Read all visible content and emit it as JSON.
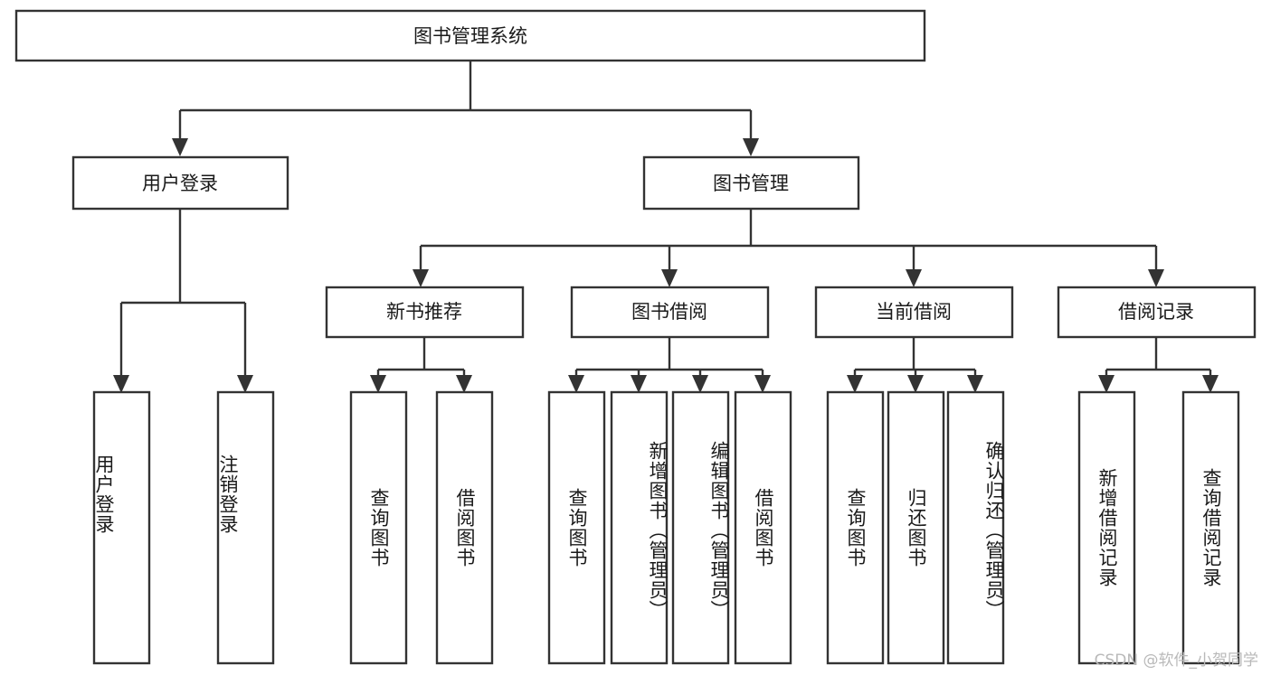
{
  "diagram": {
    "type": "tree-hierarchy",
    "title": "图书管理系统",
    "orientation": "top-down",
    "colors": {
      "box_stroke": "#333333",
      "box_fill": "#ffffff",
      "text": "#1a1a1a",
      "background": "#ffffff",
      "watermark": "#b9b9b9"
    },
    "nodes": {
      "root": {
        "label": "图书管理系统"
      },
      "level2": [
        {
          "label": "用户登录"
        },
        {
          "label": "图书管理"
        }
      ],
      "level3": [
        {
          "label": "新书推荐"
        },
        {
          "label": "图书借阅"
        },
        {
          "label": "当前借阅"
        },
        {
          "label": "借阅记录"
        }
      ],
      "leaves_user_login": [
        {
          "label": "用户登录"
        },
        {
          "label": "注销登录"
        }
      ],
      "leaves_new_book": [
        {
          "label": "查询图书"
        },
        {
          "label": "借阅图书"
        }
      ],
      "leaves_borrow": [
        {
          "label": "查询图书"
        },
        {
          "label": "新增图书（管理员）"
        },
        {
          "label": "编辑图书（管理员）"
        },
        {
          "label": "借阅图书"
        }
      ],
      "leaves_current": [
        {
          "label": "查询图书"
        },
        {
          "label": "归还图书"
        },
        {
          "label": "确认归还（管理员）"
        }
      ],
      "leaves_records": [
        {
          "label": "新增借阅记录"
        },
        {
          "label": "查询借阅记录"
        }
      ]
    },
    "watermark": "CSDN @软件_小贺同学"
  }
}
